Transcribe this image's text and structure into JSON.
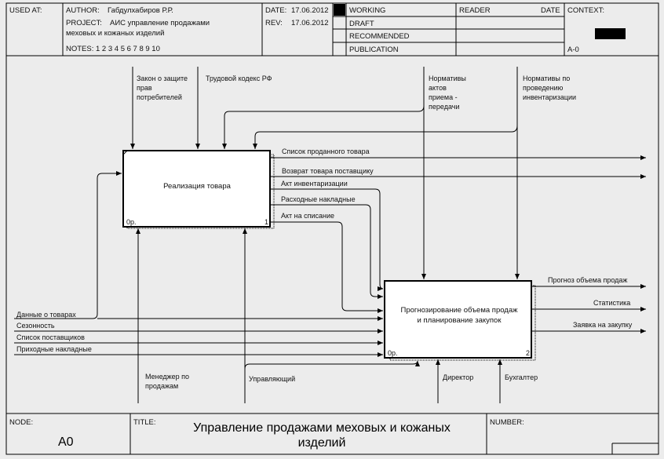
{
  "header": {
    "used_at": "USED AT:",
    "author_label": "AUTHOR:",
    "author": "Габдулхабиров Р.Р.",
    "project_label": "PROJECT:",
    "project_line1": "АИС управление продажами",
    "project_line2": "меховых и кожаных изделий",
    "notes": "NOTES:  1  2  3  4  5  6  7  8  9  10",
    "date_label": "DATE:",
    "date": "17.06.2012",
    "rev_label": "REV:",
    "rev": "17.06.2012",
    "status_working": "WORKING",
    "status_draft": "DRAFT",
    "status_recommended": "RECOMMENDED",
    "status_publication": "PUBLICATION",
    "reader": "READER",
    "reader_date": "DATE",
    "context": "CONTEXT:",
    "context_node": "A-0"
  },
  "footer": {
    "node_label": "NODE:",
    "node": "A0",
    "title_label": "TITLE:",
    "title_line1": "Управление продажами  меховых и кожаных",
    "title_line2": "изделий",
    "number_label": "NUMBER:"
  },
  "boxes": {
    "box1": {
      "label": "Реализация товара",
      "cost": "0р.",
      "num": "1"
    },
    "box2": {
      "label_line1": "Прогнозирование объема продаж",
      "label_line2": "и планирование закупок",
      "cost": "0р.",
      "num": "2"
    }
  },
  "arrows": {
    "ctrl_law_1": "Закон о защите",
    "ctrl_law_2": "прав",
    "ctrl_law_3": "потребителей",
    "ctrl_labor": "Трудовой кодекс РФ",
    "ctrl_norm_acts_1": "Нормативы",
    "ctrl_norm_acts_2": "актов",
    "ctrl_norm_acts_3": "приема -",
    "ctrl_norm_acts_4": "передачи",
    "ctrl_norm_inv_1": "Нормативы по",
    "ctrl_norm_inv_2": "проведению",
    "ctrl_norm_inv_3": "инвентаризации",
    "out_sold_list": "Список проданного товара",
    "out_return": "Возврат товара поставщику",
    "out_inventory_act": "Акт инвентаризации",
    "out_expense_invoices": "Расходные накладные",
    "out_writeoff_act": "Акт на списание",
    "out_forecast": "Прогноз объема продаж",
    "out_statistics": "Статистика",
    "out_purchase_request": "Заявка на закупку",
    "in_goods_data": "Данные о товарах",
    "in_seasonality": "Сезонность",
    "in_suppliers": "Список поставщиков",
    "in_incoming_invoices": "Приходные накладные",
    "mech_manager_1": "Менеджер по",
    "mech_manager_2": "продажам",
    "mech_head": "Управляющий",
    "mech_director": "Директор",
    "mech_accountant": "Бухгалтер"
  }
}
